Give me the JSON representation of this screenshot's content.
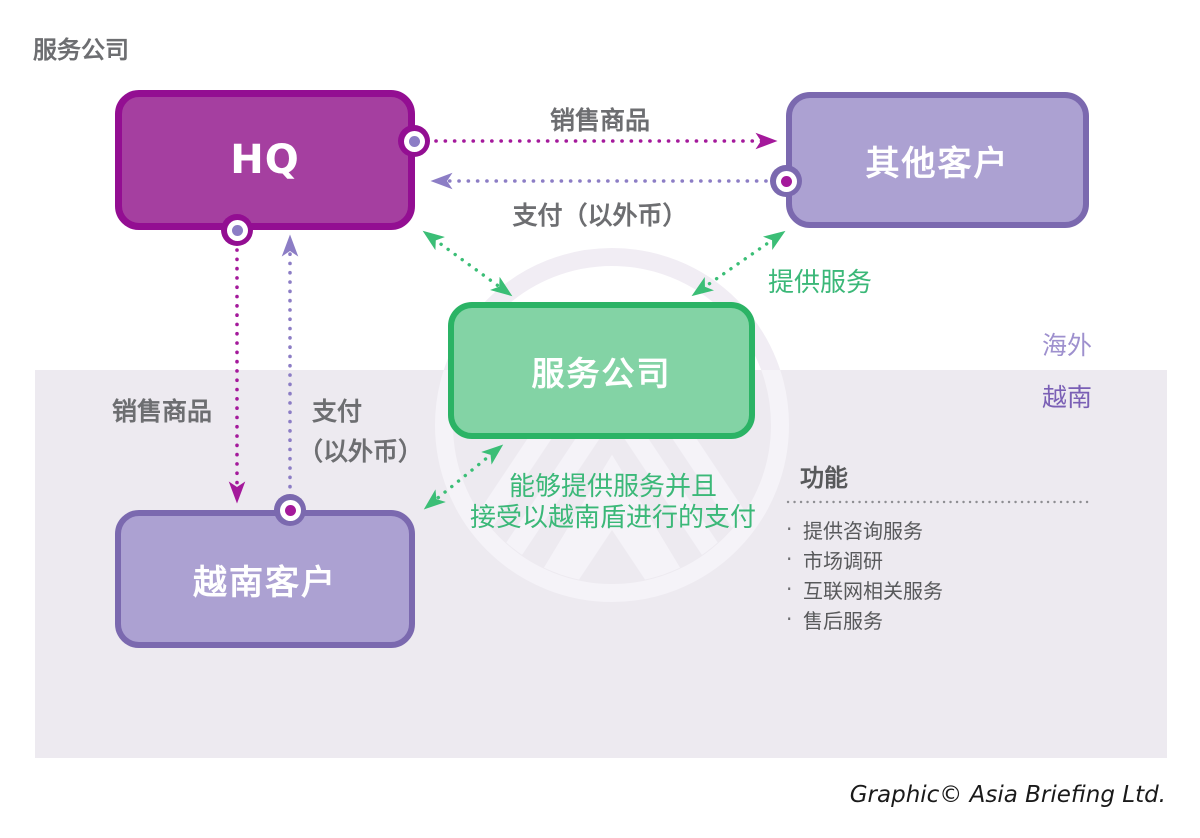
{
  "page_title": "服务公司",
  "credit": "Graphic© Asia Briefing Ltd.",
  "nodes": {
    "hq": "HQ",
    "other_customers": "其他客户",
    "service_company": "服务公司",
    "vietnam_customers": "越南客户"
  },
  "edge_labels": {
    "sell_goods_top": "销售商品",
    "payment_foreign_top": "支付（以外币）",
    "provide_services": "提供服务",
    "sell_goods_left": "销售商品",
    "payment_left": "支付",
    "payment_left_currency": "（以外币）",
    "service_note_line1": "能够提供服务并且",
    "service_note_line2": "接受以越南盾进行的支付"
  },
  "regions": {
    "overseas": "海外",
    "vietnam": "越南"
  },
  "functions": {
    "header": "功能",
    "bullet": "·",
    "items": [
      "提供咨询服务",
      "市场调研",
      "互联网相关服务",
      "售后服务"
    ]
  },
  "colors": {
    "hq_fill": "#A53FA0",
    "hq_border": "#930E92",
    "customer_fill": "#ACA1D2",
    "customer_border": "#7B69AF",
    "service_fill": "#83D3A5",
    "service_border": "#2BB365",
    "magenta_arrow": "#A4199B",
    "purple_arrow": "#8C7DC5",
    "green_arrow": "#3BBE76",
    "green_text": "#3BB878",
    "gray_text": "#6D6E71",
    "overseas_text": "#9E90CE",
    "vietnam_text": "#7A5FB5",
    "panel_bg": "#EDEAF0"
  }
}
